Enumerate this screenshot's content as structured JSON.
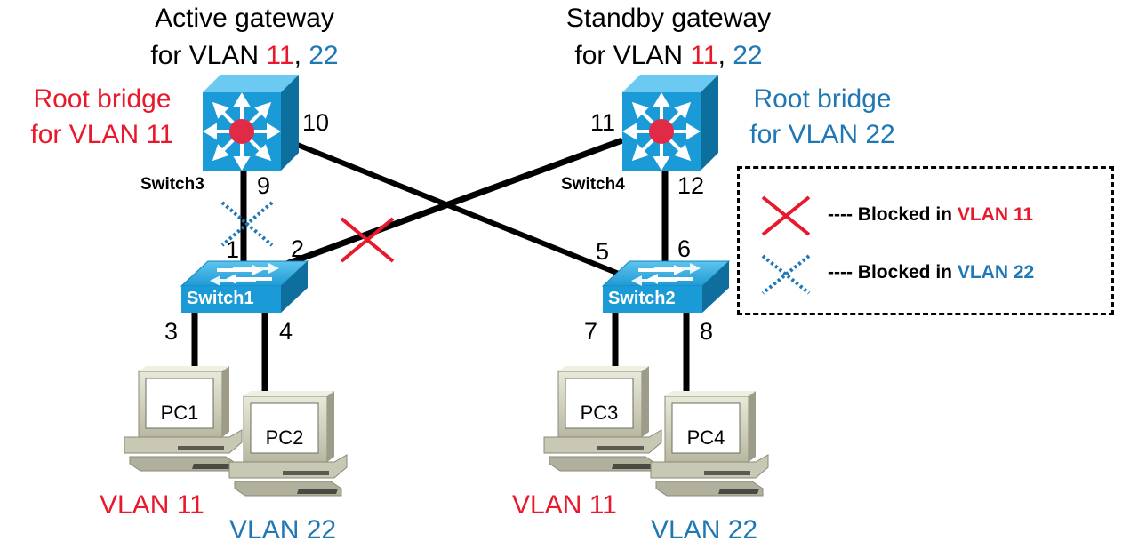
{
  "switch3": {
    "heading_line1": "Active gateway",
    "heading_line2_prefix": "for VLAN ",
    "heading_vlan_a": "11",
    "heading_sep": ", ",
    "heading_vlan_b": "22",
    "root_line1": "Root bridge",
    "root_line2": "for VLAN 11",
    "name": "Switch3",
    "port_down": "9",
    "port_cross": "10"
  },
  "switch4": {
    "heading_line1": "Standby gateway",
    "heading_line2_prefix": "for VLAN ",
    "heading_vlan_a": "11",
    "heading_sep": ", ",
    "heading_vlan_b": "22",
    "root_line1": "Root bridge",
    "root_line2": "for VLAN 22",
    "name": "Switch4",
    "port_cross": "11",
    "port_down": "12"
  },
  "switch1": {
    "name": "Switch1",
    "port_up": "1",
    "port_cross": "2",
    "port_pc1": "3",
    "port_pc2": "4"
  },
  "switch2": {
    "name": "Switch2",
    "port_cross": "5",
    "port_up": "6",
    "port_pc3": "7",
    "port_pc4": "8"
  },
  "pcs": [
    {
      "name": "PC1",
      "vlan": "VLAN 11"
    },
    {
      "name": "PC2",
      "vlan": "VLAN 22"
    },
    {
      "name": "PC3",
      "vlan": "VLAN 11"
    },
    {
      "name": "PC4",
      "vlan": "VLAN 22"
    }
  ],
  "legend": {
    "red_prefix": "---- Blocked in ",
    "red_vlan": "VLAN 11",
    "blue_prefix": "---- Blocked in ",
    "blue_vlan": "VLAN 22"
  },
  "colors": {
    "vlan11": "#e8192c",
    "vlan22": "#1f77b4",
    "switch_blue": "#1a9ad6",
    "link": "#000000"
  }
}
